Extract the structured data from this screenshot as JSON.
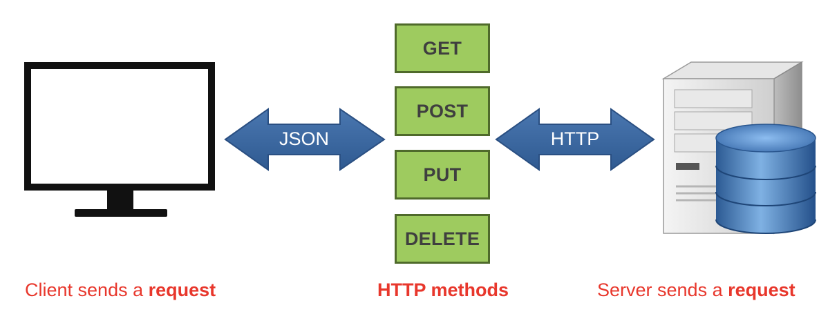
{
  "methods": [
    {
      "label": "GET"
    },
    {
      "label": "POST"
    },
    {
      "label": "PUT"
    },
    {
      "label": "DELETE"
    }
  ],
  "arrows": {
    "left_label": "JSON",
    "right_label": "HTTP"
  },
  "captions": {
    "client_prefix": "Client sends a ",
    "client_bold": "request",
    "methods_title": "HTTP methods",
    "server_prefix": "Server sends a ",
    "server_bold": "request"
  },
  "colors": {
    "caption_red": "#e8372c",
    "method_green": "#9ecb5f",
    "method_border": "#4f6a2b",
    "arrow_blue": "#3d6aa3",
    "monitor_black": "#111111"
  },
  "icons": {
    "client": "monitor-icon",
    "server": "server-tower-icon",
    "database": "database-icon"
  }
}
